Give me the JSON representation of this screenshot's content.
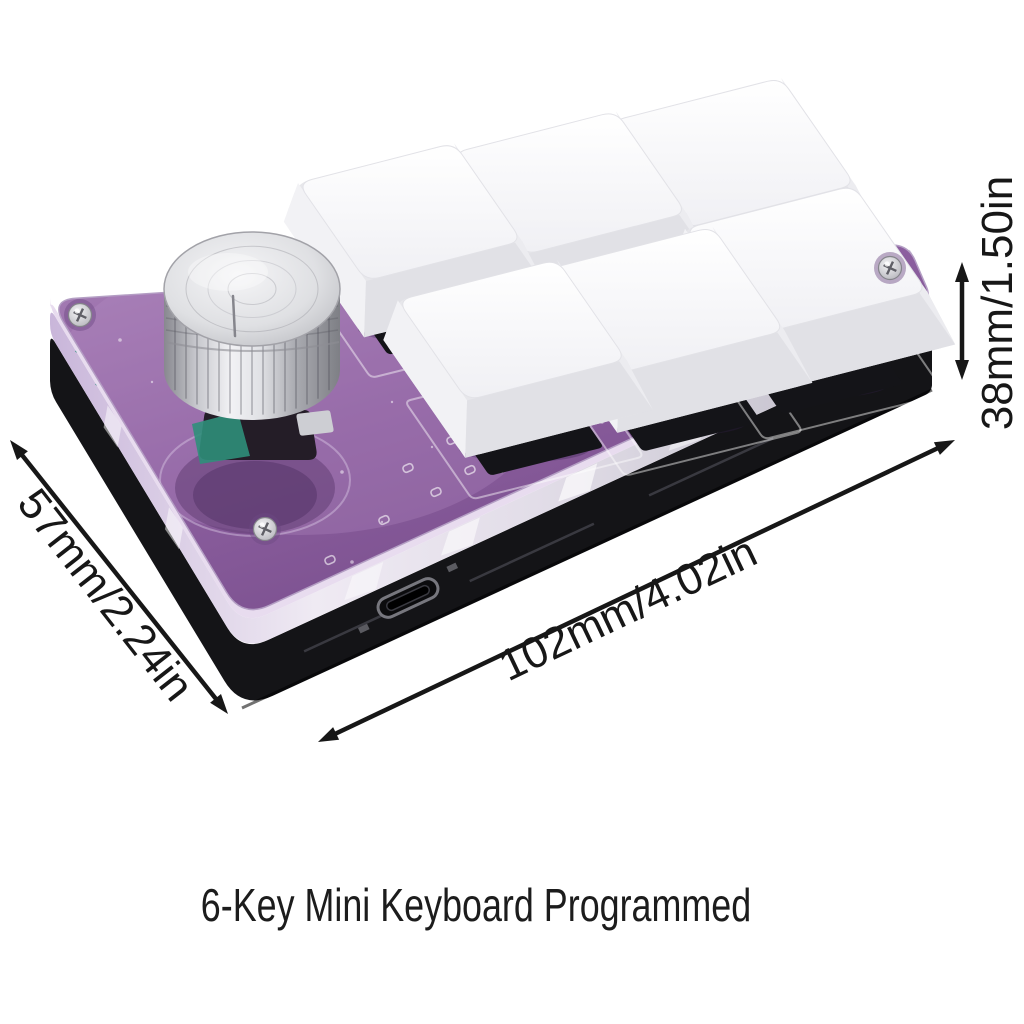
{
  "caption": {
    "text": "6-Key Mini Keyboard Programmed"
  },
  "dimensions": {
    "length": {
      "label": "102mm/4.02in"
    },
    "depth": {
      "label": "57mm/2.24in"
    },
    "height": {
      "label": "38mm/1.50in"
    }
  },
  "product": {
    "key_count": 6,
    "visible_parts": [
      "rotary-knob",
      "white-keycaps",
      "purple-acrylic-plate",
      "clear-acrylic-layer",
      "black-bottom-case",
      "usb-c-port",
      "corner-screws"
    ],
    "colors": {
      "plate_purple": "#8d60a0",
      "keycap_white": "#ffffff",
      "case_black": "#141417",
      "knob_silver": "#d6d7da",
      "annotation": "#171717",
      "background": "#ffffff"
    }
  }
}
